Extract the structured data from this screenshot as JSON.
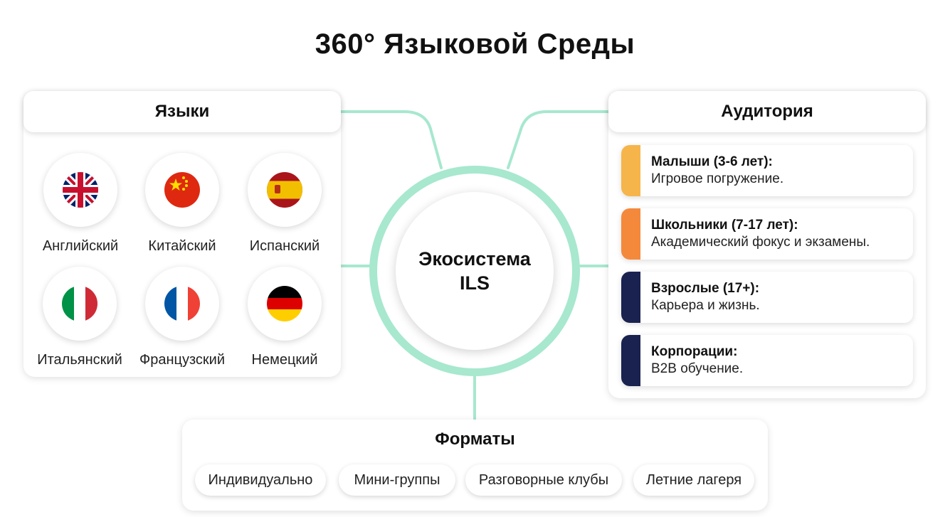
{
  "title": "360° Языковой Среды",
  "center": {
    "line1": "Экосистема",
    "line2": "ILS"
  },
  "languages": {
    "header": "Языки",
    "items": [
      {
        "label": "Английский",
        "flag": "uk-flag-icon"
      },
      {
        "label": "Китайский",
        "flag": "china-flag-icon"
      },
      {
        "label": "Испанский",
        "flag": "spain-flag-icon"
      },
      {
        "label": "Итальянский",
        "flag": "italy-flag-icon"
      },
      {
        "label": "Французский",
        "flag": "france-flag-icon"
      },
      {
        "label": "Немецкий",
        "flag": "germany-flag-icon"
      }
    ]
  },
  "audience": {
    "header": "Аудитория",
    "items": [
      {
        "title": "Малыши (3-6 лет):",
        "desc": "Игровое погружение.",
        "color": "#f6b54a"
      },
      {
        "title": "Школьники (7-17 лет):",
        "desc": "Академический фокус и экзамены.",
        "color": "#f4893c"
      },
      {
        "title": "Взрослые (17+):",
        "desc": "Карьера и жизнь.",
        "color": "#1a2250"
      },
      {
        "title": "Корпорации:",
        "desc": "B2B обучение.",
        "color": "#1a2250"
      }
    ]
  },
  "formats": {
    "title": "Форматы",
    "items": [
      "Индивидуально",
      "Мини-группы",
      "Разговорные клубы",
      "Летние лагеря"
    ]
  },
  "colors": {
    "connector": "#a7e8cf"
  }
}
